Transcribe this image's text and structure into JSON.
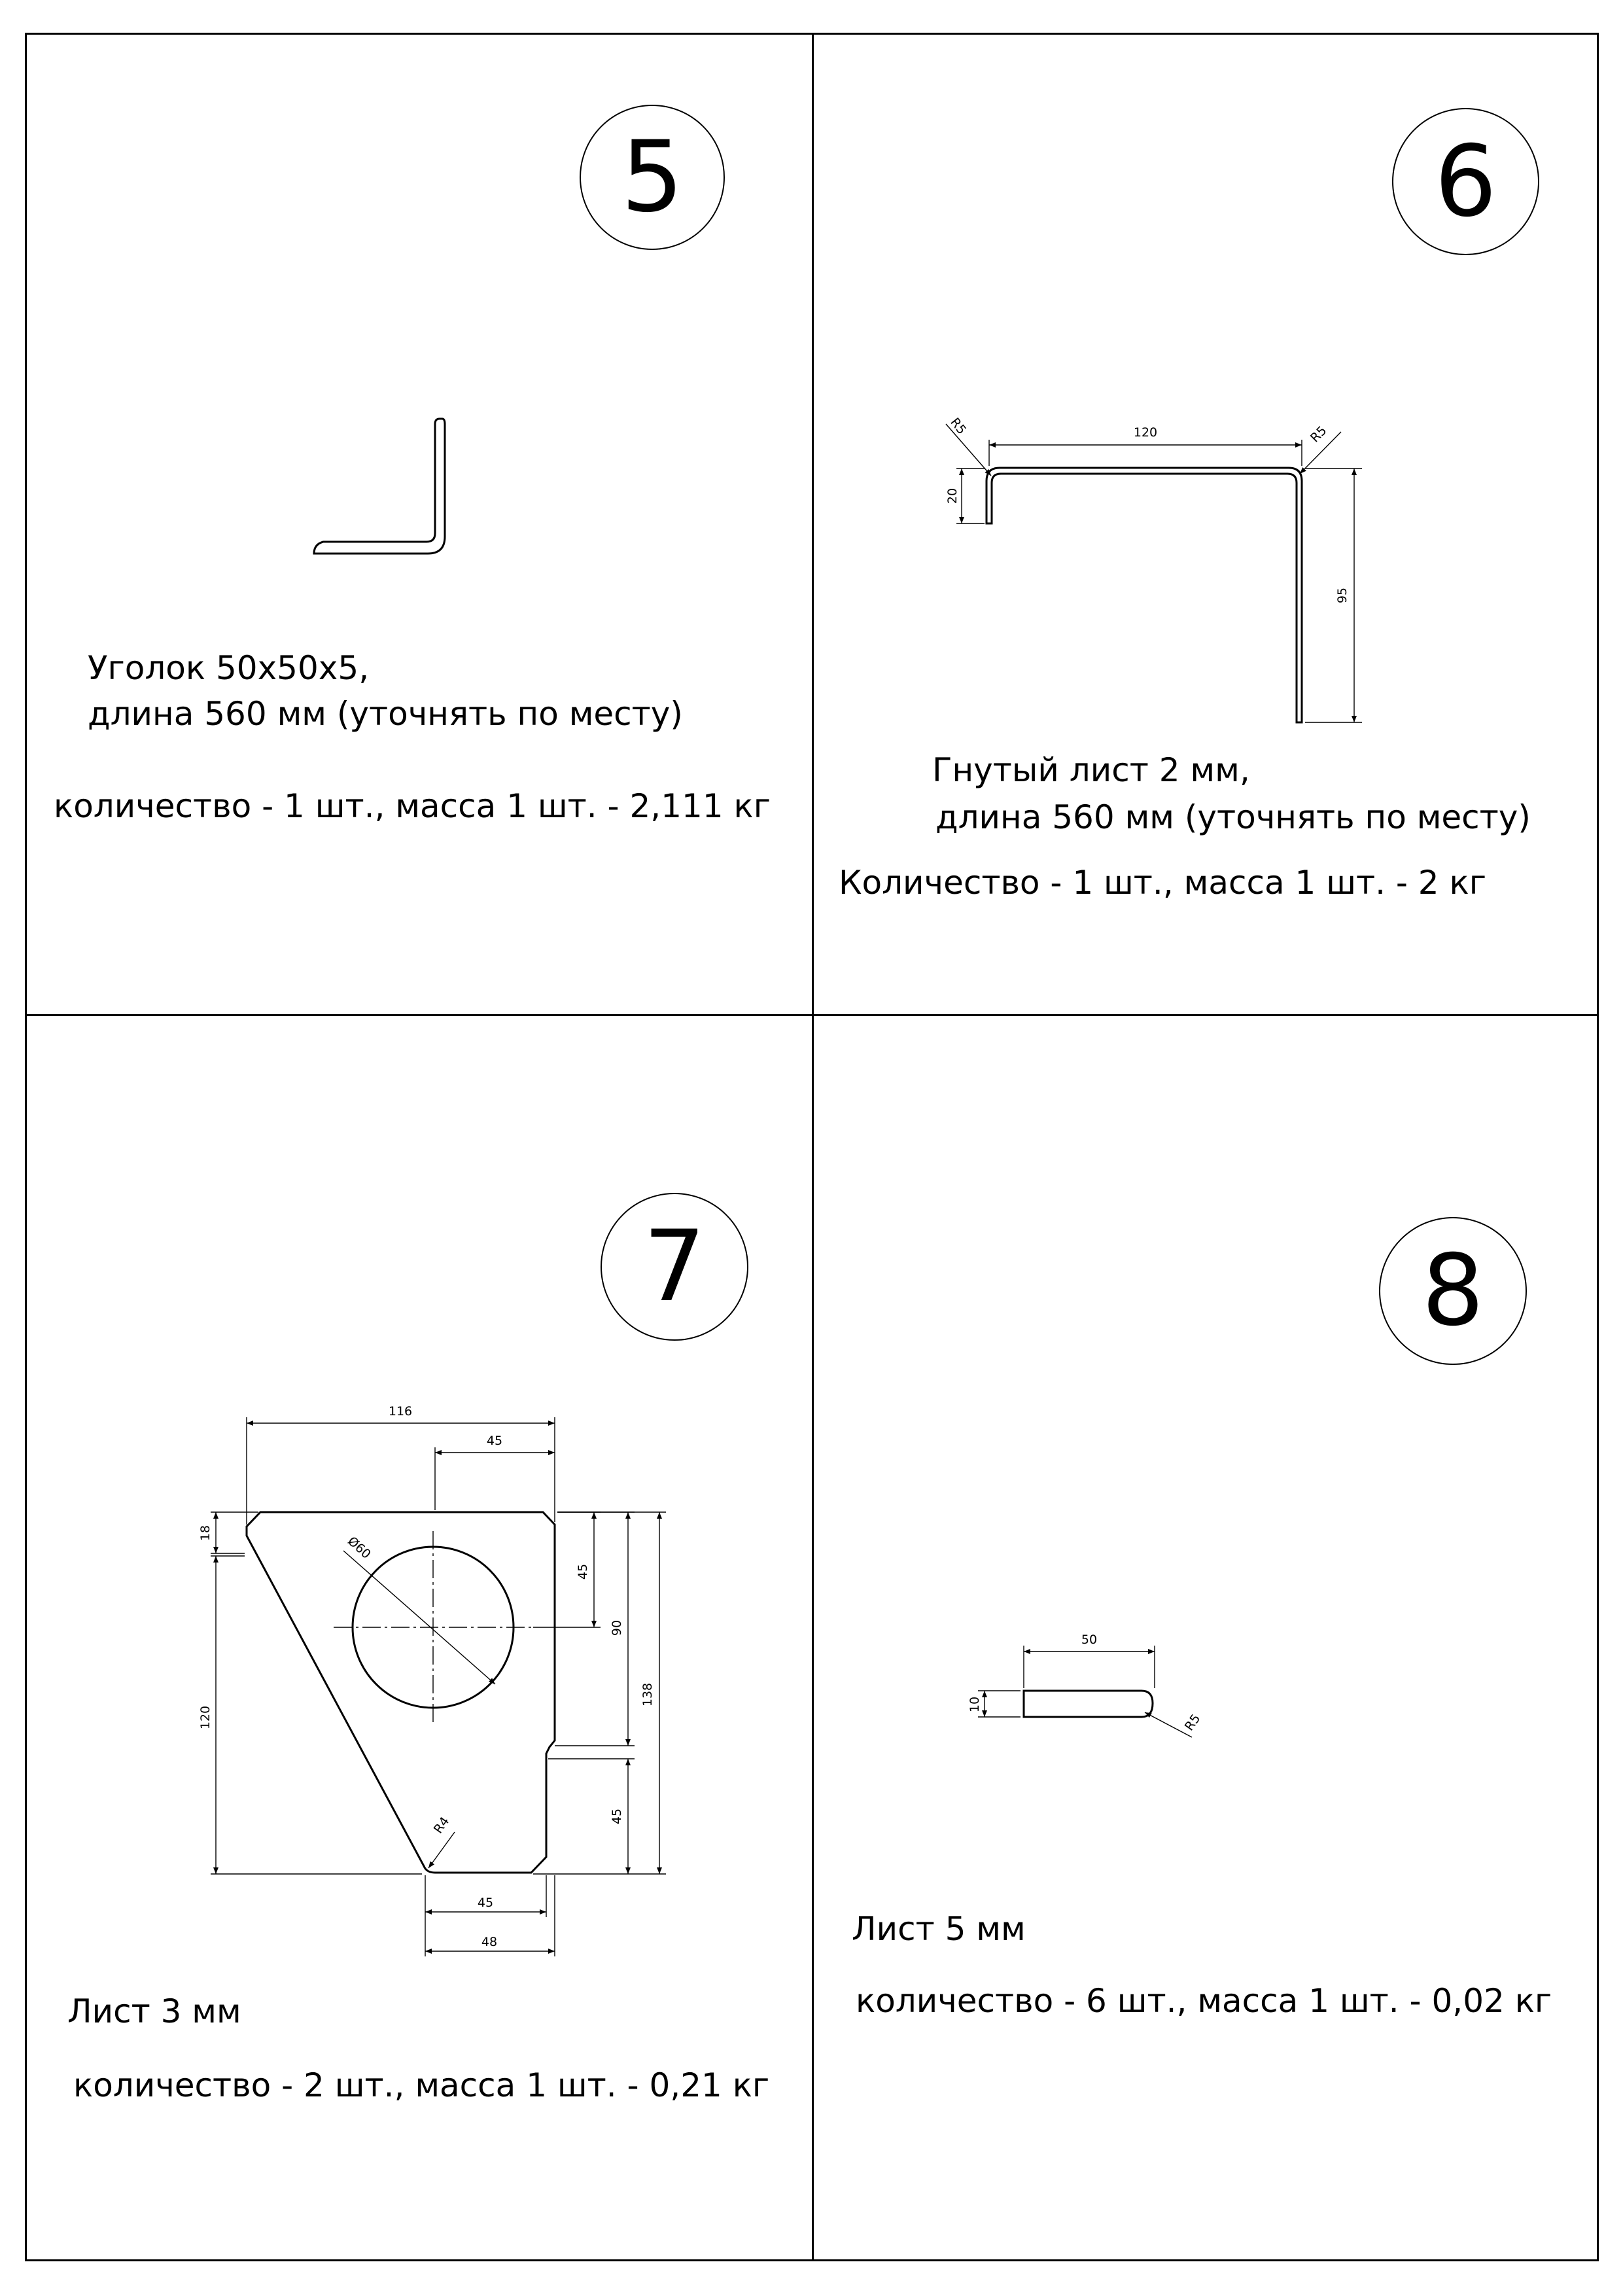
{
  "parts": [
    {
      "number": "5",
      "lines": [
        "Уголок 50х50х5,",
        "длина 560 мм (уточнять по месту)",
        "количество - 1 шт., масса 1 шт. - 2,111 кг"
      ],
      "dims": {}
    },
    {
      "number": "6",
      "lines": [
        "Гнутый лист 2 мм,",
        "длина 560 мм (уточнять по месту)",
        "Количество - 1 шт., масса 1 шт. - 2 кг"
      ],
      "dims": {
        "width": "120",
        "left_leg": "20",
        "right_leg": "95",
        "radius_left": "R5",
        "radius_right": "R5"
      }
    },
    {
      "number": "7",
      "lines": [
        "Лист 3 мм",
        "количество - 2 шт., масса 1 шт. - 0,21 кг"
      ],
      "dims": {
        "overall_width": "116",
        "top_notch": "45",
        "chamfer": "18",
        "hole_center_v": "45",
        "hole_center_h": "90",
        "left_height": "120",
        "overall_height": "138",
        "lower_right": "45",
        "radius": "R4",
        "hole": "Ø60",
        "bottom_inner": "45",
        "bottom_outer": "48"
      }
    },
    {
      "number": "8",
      "lines": [
        "Лист 5 мм",
        "количество - 6 шт., масса 1 шт. - 0,02 кг"
      ],
      "dims": {
        "length": "50",
        "thickness": "10",
        "radius": "R5"
      }
    }
  ]
}
